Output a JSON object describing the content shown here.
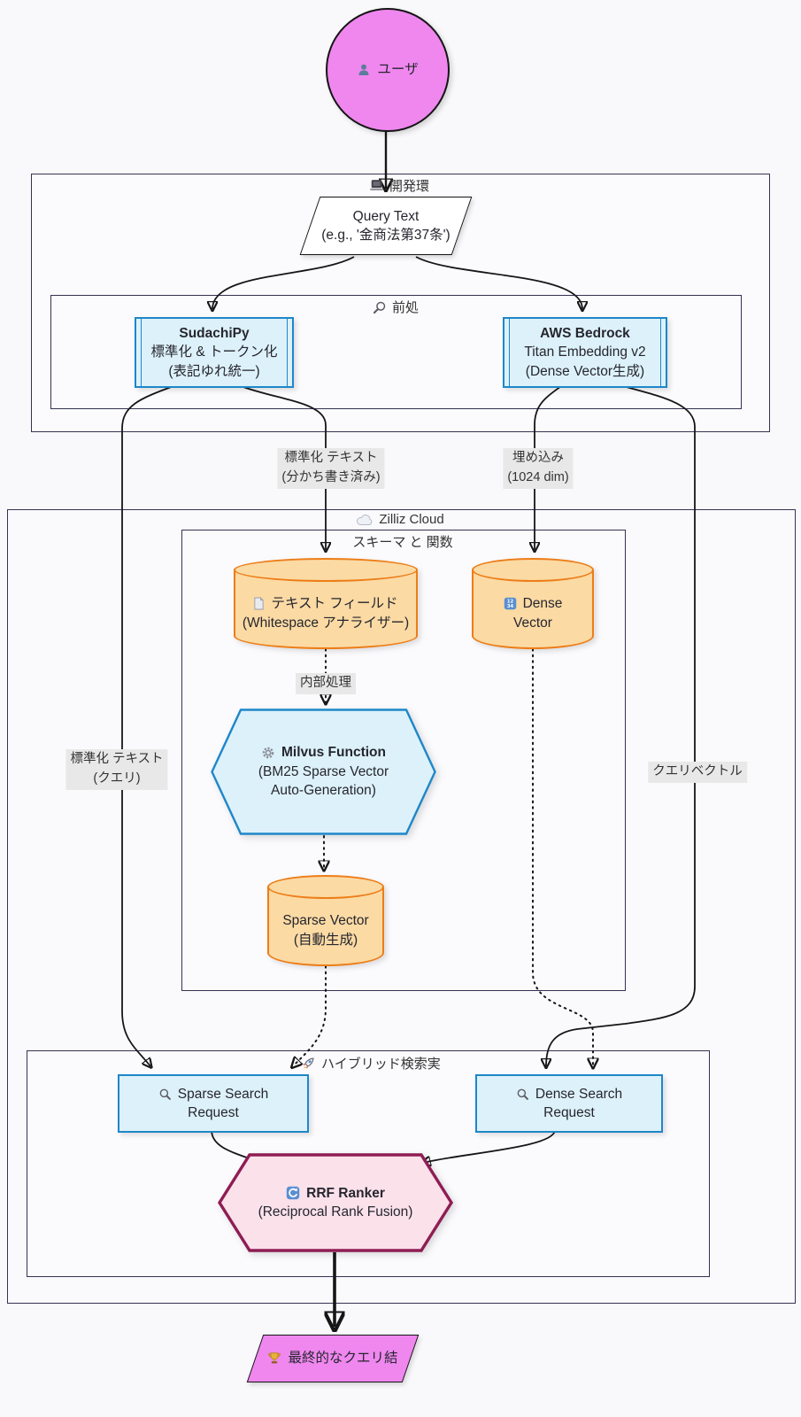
{
  "clusters": {
    "dev_env": "開発環",
    "preprocess": "前処",
    "zilliz": "Zilliz Cloud",
    "schema": "スキーマ と 関数",
    "hybrid": "ハイブリッド検索実"
  },
  "nodes": {
    "user": {
      "label": "ユーザ"
    },
    "query_text": {
      "line1": "Query Text",
      "line2": "(e.g., '金商法第37条')"
    },
    "sudachipy": {
      "title": "SudachiPy",
      "line2": "標準化 & トークン化",
      "line3": "(表記ゆれ統一)"
    },
    "bedrock": {
      "title": "AWS Bedrock",
      "line2": "Titan Embedding v2",
      "line3": "(Dense Vector生成)"
    },
    "text_field": {
      "line1": "テキスト フィールド",
      "line2": "(Whitespace アナライザー)"
    },
    "dense_vector": {
      "line1": "Dense",
      "line2": "Vector"
    },
    "milvus_function": {
      "title": "Milvus Function",
      "line2": "(BM25 Sparse Vector",
      "line3": "Auto-Generation)"
    },
    "sparse_vector": {
      "line1": "Sparse Vector",
      "line2": "(自動生成)"
    },
    "sparse_search": {
      "line1": "Sparse Search",
      "line2": "Request"
    },
    "dense_search": {
      "line1": "Dense Search",
      "line2": "Request"
    },
    "rrf_ranker": {
      "title": "RRF Ranker",
      "line2": "(Reciprocal Rank Fusion)"
    },
    "final_result": {
      "label": "最終的なクエリ結"
    }
  },
  "edge_labels": {
    "standardized_text": {
      "line1": "標準化 テキスト",
      "line2": "(分かち書き済み)"
    },
    "embedding": {
      "line1": "埋め込み",
      "line2": "(1024 dim)"
    },
    "internal_process": "内部処理",
    "standardized_query": {
      "line1": "標準化 テキスト",
      "line2": "(クエリ)"
    },
    "query_vector": "クエリベクトル"
  },
  "icons": {
    "user": "person",
    "dev_env": "laptop",
    "preprocess": "magnifier",
    "zilliz": "cloud",
    "text_field": "document",
    "dense_vector": "input-numbers",
    "milvus_function": "gear",
    "hybrid": "rocket",
    "sparse_search": "magnifier",
    "dense_search": "magnifier",
    "rrf_ranker": "counterclockwise-arrows",
    "final_result": "trophy"
  },
  "colors": {
    "background": "#f9f9fb",
    "cluster_border": "#343352",
    "node_blue_fill": "#ddf1fa",
    "node_blue_border": "#1e87c9",
    "cylinder_fill": "#fbdaa4",
    "cylinder_border": "#ed7d17",
    "magenta_fill": "#ef87ef",
    "rrf_fill": "#fae1ea",
    "rrf_border": "#8e1d53",
    "edge": "#161616",
    "edge_label_bg": "#e8e8e8"
  }
}
